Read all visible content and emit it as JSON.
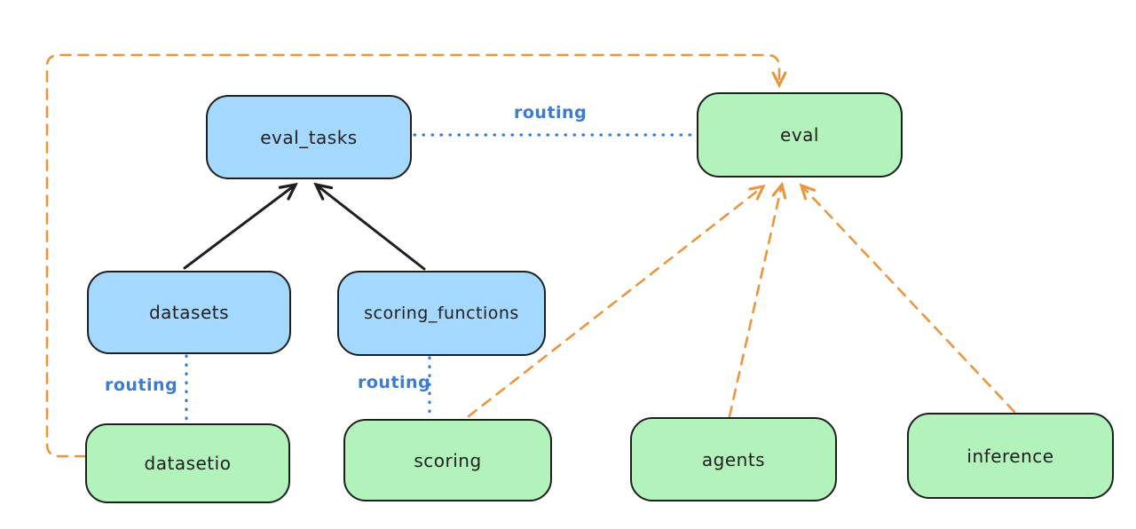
{
  "diagram": {
    "background_color": "#ffffff",
    "colors": {
      "blue_node_fill": "#a5d8ff",
      "green_node_fill": "#b2f2bb",
      "node_border": "#1e1e1e",
      "solid_arrow": "#1e1e1e",
      "dashed_arrow_orange": "#e8963f",
      "dotted_line_blue": "#3b7cd0",
      "edge_label_text": "#3b7cd0"
    },
    "nodes": {
      "eval_tasks": {
        "label": "eval_tasks",
        "color": "blue"
      },
      "eval": {
        "label": "eval",
        "color": "green"
      },
      "datasets": {
        "label": "datasets",
        "color": "blue"
      },
      "scoring_functions": {
        "label": "scoring_functions",
        "color": "blue"
      },
      "datasetio": {
        "label": "datasetio",
        "color": "green"
      },
      "scoring": {
        "label": "scoring",
        "color": "green"
      },
      "agents": {
        "label": "agents",
        "color": "green"
      },
      "inference": {
        "label": "inference",
        "color": "green"
      }
    },
    "edge_labels": {
      "routing_top": "routing",
      "routing_left": "routing",
      "routing_mid": "routing"
    },
    "edges": [
      {
        "from": "datasets",
        "to": "eval_tasks",
        "style": "solid-black-arrow"
      },
      {
        "from": "scoring_functions",
        "to": "eval_tasks",
        "style": "solid-black-arrow"
      },
      {
        "from": "eval_tasks",
        "to": "eval",
        "style": "dotted-blue",
        "label": "routing"
      },
      {
        "from": "datasets",
        "to": "datasetio",
        "style": "dotted-blue",
        "label": "routing"
      },
      {
        "from": "scoring_functions",
        "to": "scoring",
        "style": "dotted-blue",
        "label": "routing"
      },
      {
        "from": "datasetio",
        "to": "eval",
        "style": "dashed-orange-arrow",
        "route": "around-left-and-top"
      },
      {
        "from": "scoring",
        "to": "eval",
        "style": "dashed-orange-arrow"
      },
      {
        "from": "agents",
        "to": "eval",
        "style": "dashed-orange-arrow"
      },
      {
        "from": "inference",
        "to": "eval",
        "style": "dashed-orange-arrow"
      }
    ]
  }
}
